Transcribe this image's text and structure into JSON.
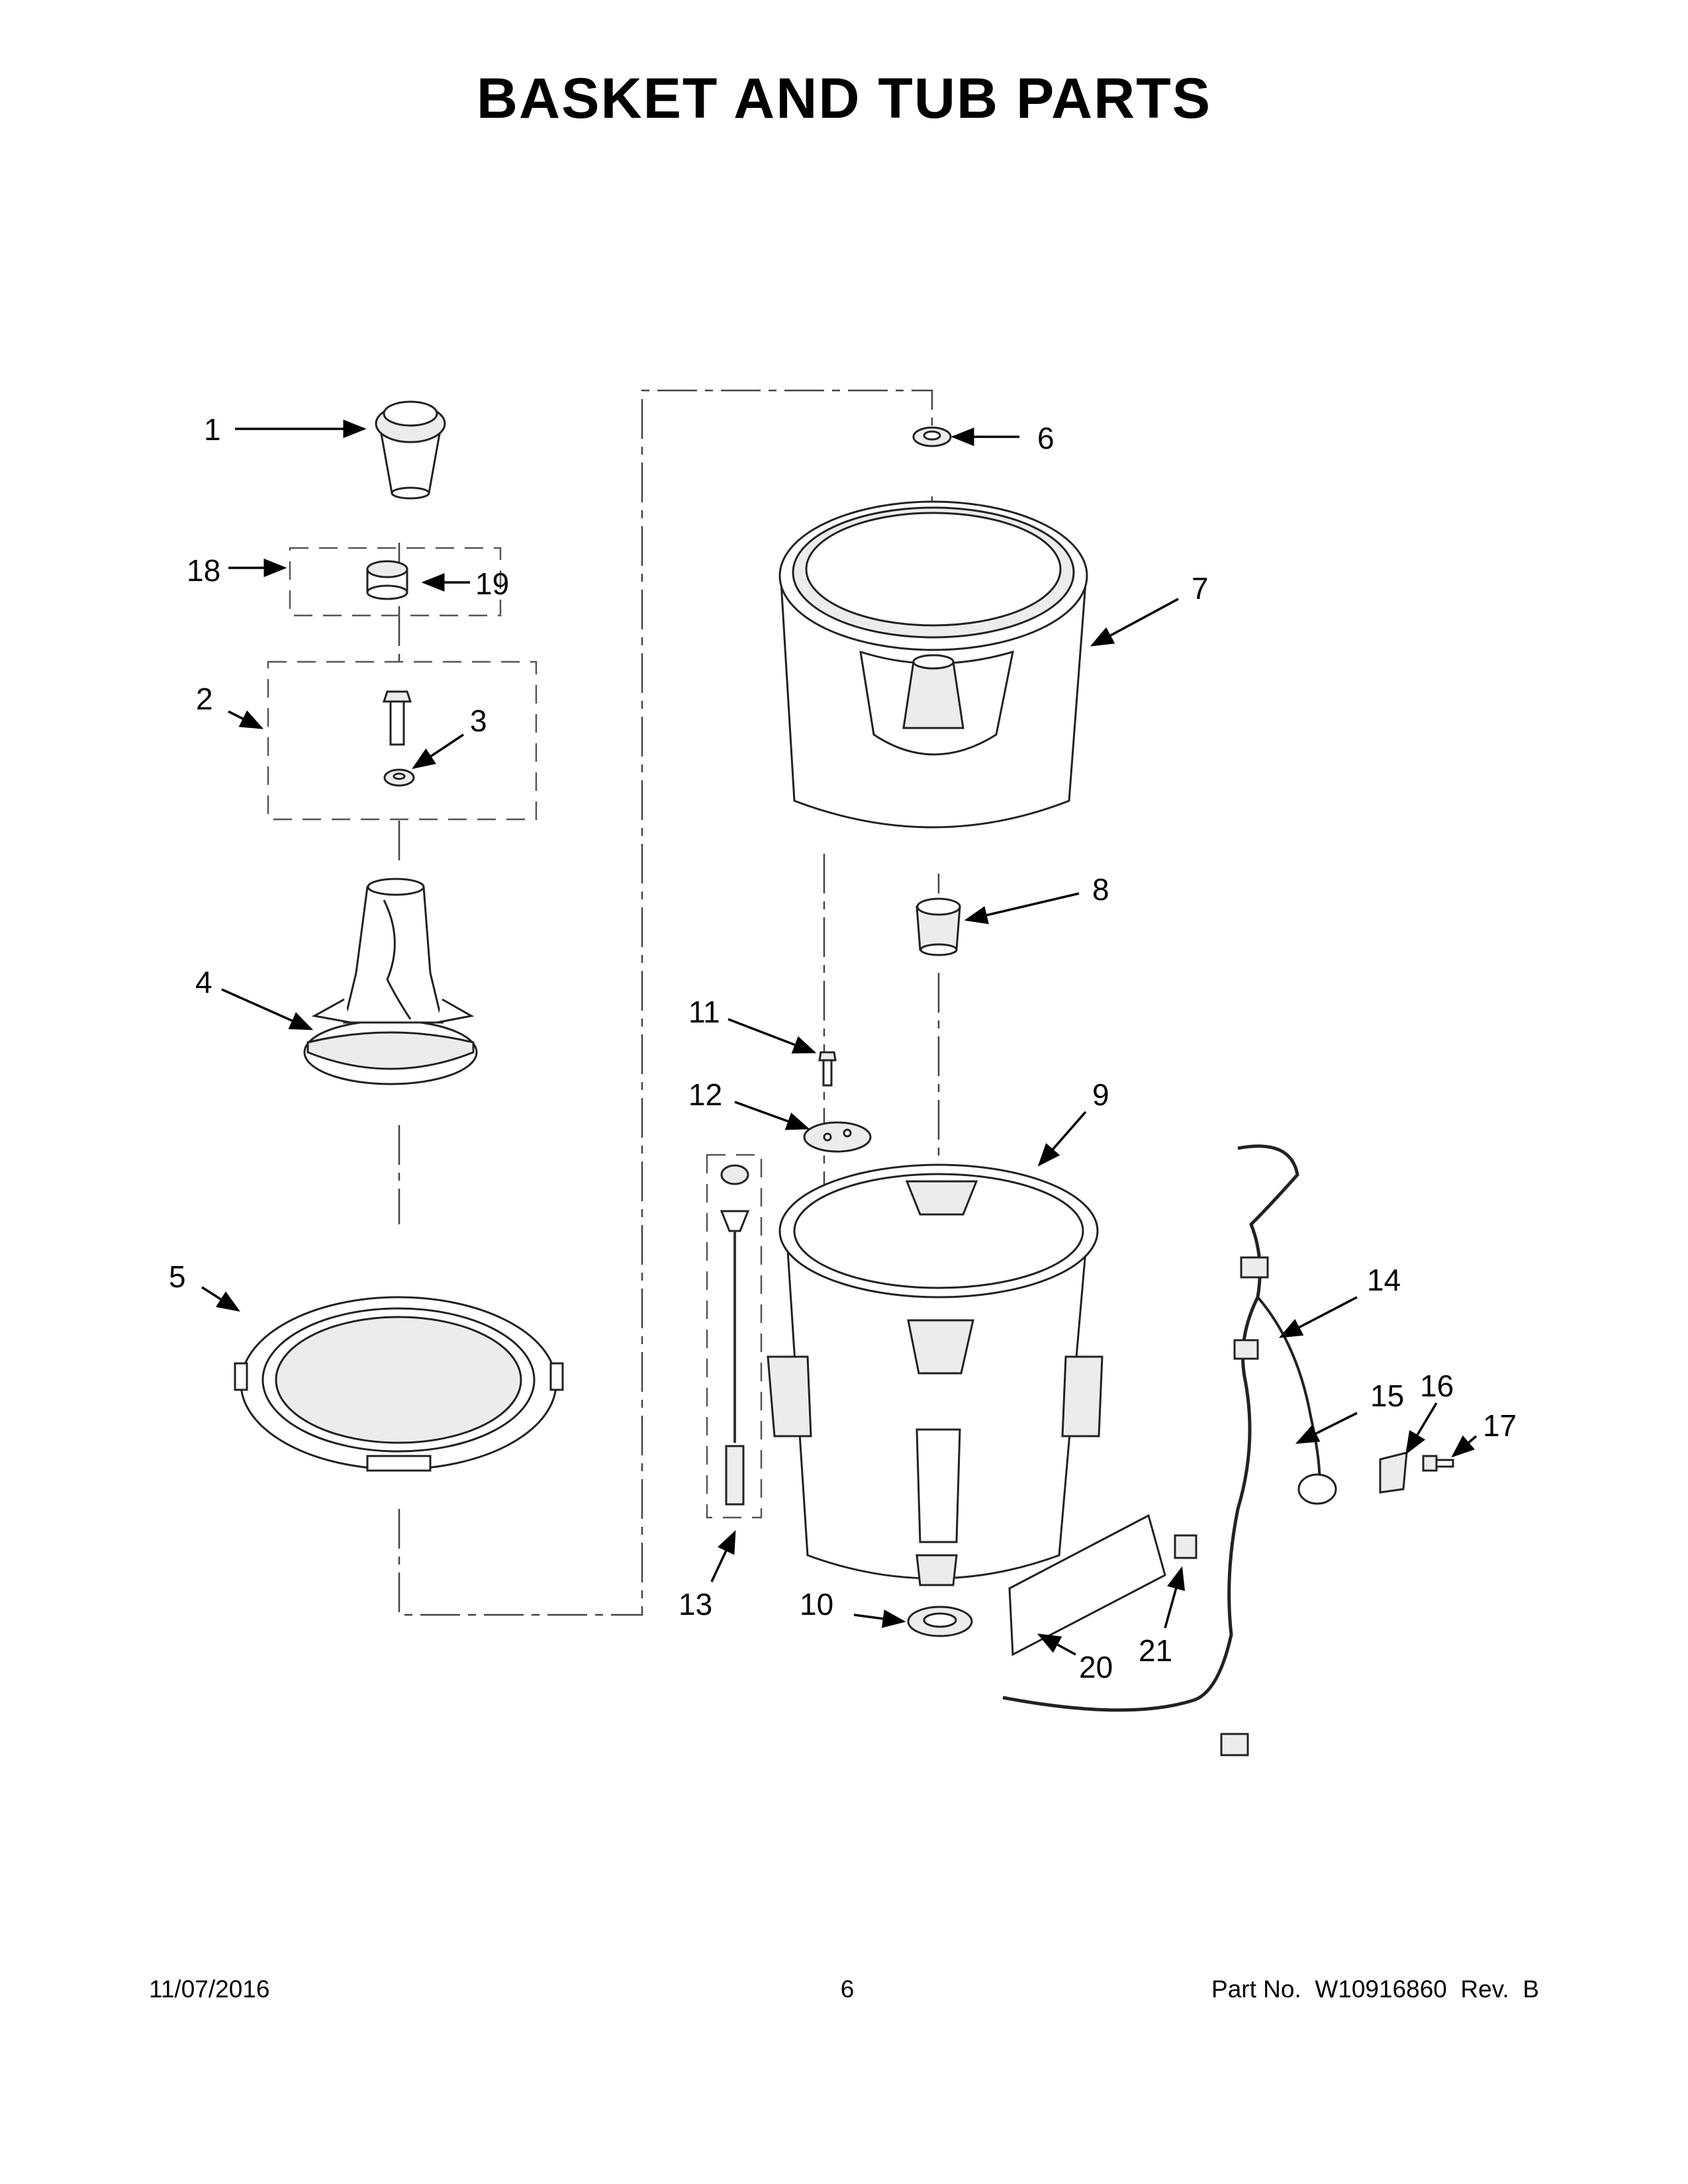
{
  "title": "BASKET AND TUB PARTS",
  "footer": {
    "date": "11/07/2016",
    "page": "6",
    "part_no": "Part No.  W10916860  Rev.  B"
  },
  "callouts": {
    "c1": "1",
    "c2": "2",
    "c3": "3",
    "c4": "4",
    "c5": "5",
    "c6": "6",
    "c7": "7",
    "c8": "8",
    "c9": "9",
    "c10": "10",
    "c11": "11",
    "c12": "12",
    "c13": "13",
    "c14": "14",
    "c15": "15",
    "c16": "16",
    "c17": "17",
    "c18": "18",
    "c19": "19",
    "c20": "20",
    "c21": "21"
  }
}
